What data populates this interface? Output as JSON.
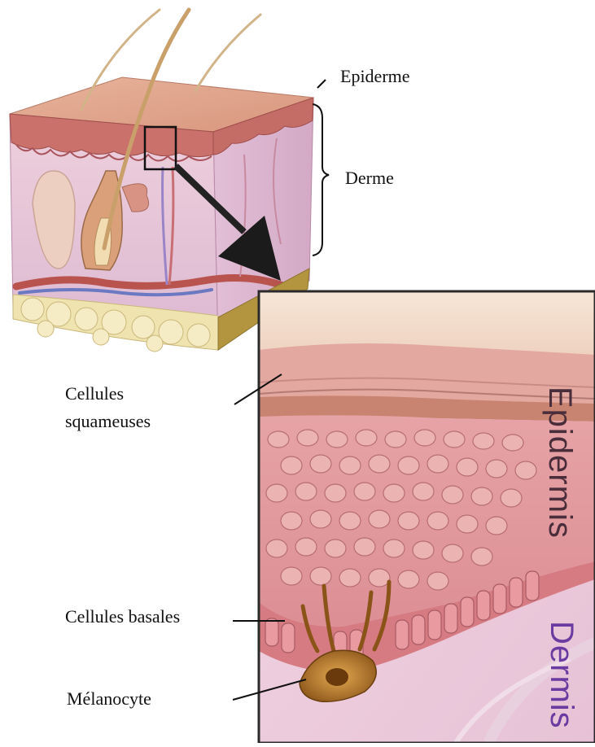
{
  "labels": {
    "epiderme": "Epiderme",
    "derme": "Derme",
    "cellules_squameuses_line1": "Cellules",
    "cellules_squameuses_line2": "squameuses",
    "cellules_basales": "Cellules basales",
    "melanocyte": "Mélanocyte"
  },
  "inset_labels": {
    "epidermis": "Epidermis",
    "dermis": "Dermis"
  },
  "colors": {
    "epidermis_label": "#4a2d3a",
    "dermis_label": "#6a3ba0",
    "skin_pink": "#e9b7b4",
    "cell_pink": "#d98a8e",
    "melanocyte": "#b57a2c",
    "fat": "#f1e7b8"
  }
}
